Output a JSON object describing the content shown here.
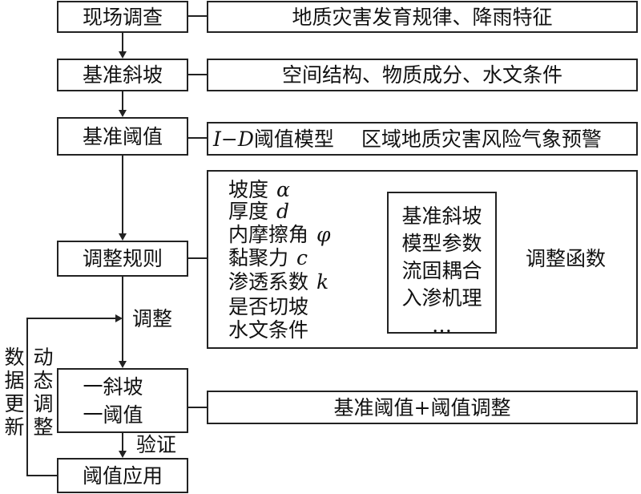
{
  "steps": {
    "survey": "现场调查",
    "benchmark_slope": "基准斜坡",
    "benchmark_threshold": "基准阈值",
    "adjust_rules": "调整规则",
    "slope_threshold_line1": "一斜坡",
    "slope_threshold_line2": "一阈值",
    "threshold_application": "阈值应用"
  },
  "descriptions": {
    "survey": "地质灾害发育规律、降雨特征",
    "benchmark_slope": "空间结构、物质成分、水文条件",
    "threshold_model_prefix_i": "I",
    "threshold_model_dash": "−",
    "threshold_model_prefix_d": "D",
    "threshold_model_name": "阈值模型",
    "threshold_model_target": "区域地质灾害风险气象预警",
    "result": "基准阈值+阈值调整"
  },
  "factors": [
    {
      "label": "坡度",
      "symbol": "α"
    },
    {
      "label": "厚度",
      "symbol": "d"
    },
    {
      "label": "内摩擦角",
      "symbol": "φ"
    },
    {
      "label": "黏聚力",
      "symbol": "c"
    },
    {
      "label": "渗透系数",
      "symbol": "k"
    },
    {
      "label": "是否切坡",
      "symbol": ""
    },
    {
      "label": "水文条件",
      "symbol": ""
    }
  ],
  "model_box": {
    "line1": "基准斜坡",
    "line2": "模型参数",
    "line3": "流固耦合",
    "line4": "入渗机理",
    "line5": "…"
  },
  "adjust_function": "调整函数",
  "edge_labels": {
    "adjust": "调整",
    "verify": "验证",
    "data_update": "数据更新",
    "dynamic_adjust": "动态调整"
  }
}
